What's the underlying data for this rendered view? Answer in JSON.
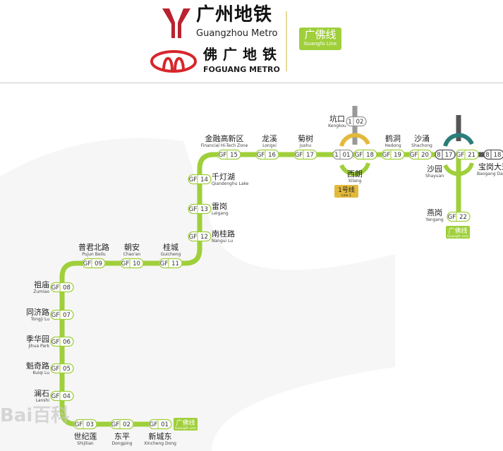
{
  "header": {
    "gz_logo_cn": "广州地铁",
    "gz_logo_en": "Guangzhou Metro",
    "fg_logo_cn": "佛广地铁",
    "fg_logo_en": "FOGUANG METRO",
    "line_badge_cn": "广佛线",
    "line_badge_en": "Guangfo Line"
  },
  "colors": {
    "guangfo": "#9fcf3a",
    "line1": "#e2b93b",
    "line8": "#2a7d7a",
    "gray": "#999999",
    "dark": "#555555",
    "gz_red": "#b8232f",
    "fg_red": "#d7262b"
  },
  "stations": [
    {
      "code": "GF",
      "num": "01",
      "cn": "新城东",
      "en": "Xincheng Dong"
    },
    {
      "code": "GF",
      "num": "02",
      "cn": "东平",
      "en": "Dongping"
    },
    {
      "code": "GF",
      "num": "03",
      "cn": "世纪莲",
      "en": "Shijilian"
    },
    {
      "code": "GF",
      "num": "04",
      "cn": "澜石",
      "en": "Lanshi"
    },
    {
      "code": "GF",
      "num": "05",
      "cn": "魁奇路",
      "en": "Kuiqi Lu"
    },
    {
      "code": "GF",
      "num": "06",
      "cn": "季华园",
      "en": "Jihua Park"
    },
    {
      "code": "GF",
      "num": "07",
      "cn": "同济路",
      "en": "Tongji Lu"
    },
    {
      "code": "GF",
      "num": "08",
      "cn": "祖庙",
      "en": "Zumiao"
    },
    {
      "code": "GF",
      "num": "09",
      "cn": "普君北路",
      "en": "Pujun Beilu"
    },
    {
      "code": "GF",
      "num": "10",
      "cn": "朝安",
      "en": "Chao'an"
    },
    {
      "code": "GF",
      "num": "11",
      "cn": "桂城",
      "en": "Guicheng"
    },
    {
      "code": "GF",
      "num": "12",
      "cn": "南桂路",
      "en": "Nangui Lu"
    },
    {
      "code": "GF",
      "num": "13",
      "cn": "雷岗",
      "en": "Leigang"
    },
    {
      "code": "GF",
      "num": "14",
      "cn": "千灯湖",
      "en": "Qiandenghu Lake"
    },
    {
      "code": "GF",
      "num": "15",
      "cn": "金融高新区",
      "en": "Financial  Hi-Tech  Zone"
    },
    {
      "code": "GF",
      "num": "16",
      "cn": "龙溪",
      "en": "Longxi"
    },
    {
      "code": "GF",
      "num": "17",
      "cn": "菊树",
      "en": "Jushu"
    },
    {
      "code": "GF",
      "num": "18",
      "cn": "西朗",
      "en": "Xilang"
    },
    {
      "code": "GF",
      "num": "19",
      "cn": "鹤洞",
      "en": "Hedong"
    },
    {
      "code": "GF",
      "num": "20",
      "cn": "沙涌",
      "en": "Shachong"
    },
    {
      "code": "GF",
      "num": "21",
      "cn": "沙园",
      "en": "Shayuan"
    },
    {
      "code": "GF",
      "num": "22",
      "cn": "燕岗",
      "en": "Yangang"
    },
    {
      "code": "1",
      "num": "01",
      "cn": "",
      "en": ""
    },
    {
      "code": "1",
      "num": "02",
      "cn": "坑口",
      "en": "Kengkou"
    },
    {
      "code": "8",
      "num": "17",
      "cn": "",
      "en": ""
    },
    {
      "code": "8",
      "num": "18",
      "cn": "宝岗大道",
      "en": "Baogang Dadao"
    }
  ],
  "line_badges": [
    {
      "cn": "1号线",
      "en": "Line 1"
    },
    {
      "cn": "广佛线",
      "en": "Guangfo Line"
    },
    {
      "cn": "广佛线",
      "en": "Guangfo Line"
    }
  ],
  "watermark": "Bai百科"
}
